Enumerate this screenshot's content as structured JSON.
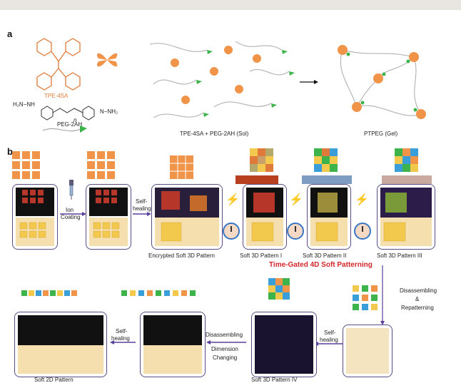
{
  "panels": {
    "a": "a",
    "b": "b"
  },
  "molecules": {
    "tpe": "TPE-4SA",
    "peg": "PEG-2AH",
    "hydrazide_left": "H₂N−NH",
    "hydrazide_right": "N−NH₂",
    "repeat_n": "n"
  },
  "captions": {
    "sol": "TPE-4SA + PEG-2AH (Sol)",
    "gel": "PTPEG (Gel)",
    "encrypted": "Encrypted Soft 3D Pattern",
    "p1": "Soft 3D Pattern I",
    "p2": "Soft 3D Pattern II",
    "p3": "Soft 3D Pattern III",
    "p4": "Soft 3D Pattern IV",
    "p2d": "Soft 2D Pattern",
    "timegated": "Time-Gated 4D Soft Patterning"
  },
  "steps": {
    "ion1": "Ion",
    "ion2": "Coating",
    "self1": "Self-",
    "self2": "healing",
    "dis1": "Disassembling",
    "dis2": "&",
    "dis3": "Repatterning",
    "dim1": "Disassembling",
    "dim2": "Dimension",
    "dim3": "Changing"
  },
  "colors": {
    "orange": "#f0944a",
    "green": "#3cb44b",
    "purple": "#5b3f9c",
    "red_text": "#d4262a",
    "blue": "#3a9fd8",
    "yellow": "#f2c94c"
  }
}
